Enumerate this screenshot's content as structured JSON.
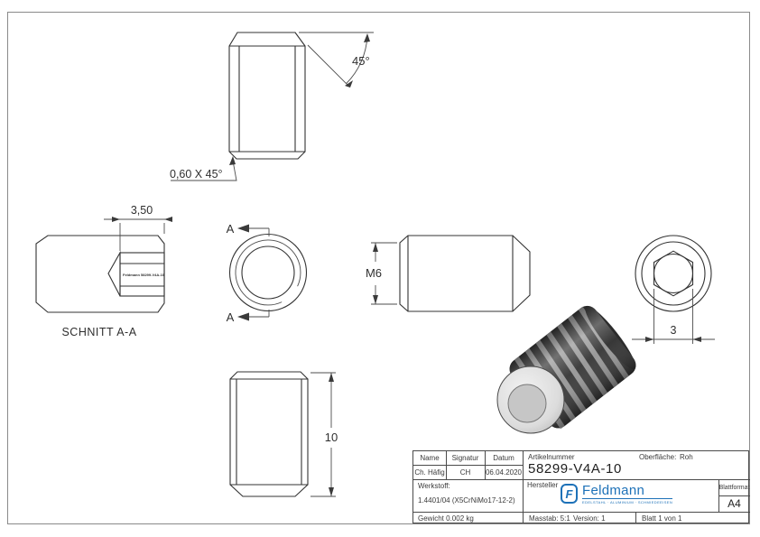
{
  "drawing": {
    "dims": {
      "angle": "45°",
      "chamfer_note": "0,60 X 45°",
      "socket_depth": "3,50",
      "thread": "M6",
      "hex_af": "3",
      "length": "10"
    },
    "section_title": "SCHNITT A-A",
    "section_marker": "A",
    "engraving": "Feldmann 58299-V4A-10"
  },
  "title_block": {
    "name_label": "Name",
    "signature_label": "Signatur",
    "date_label": "Datum",
    "name_value": "Ch. Häfig",
    "signature_value": "CH",
    "date_value": "06.04.2020",
    "article_label": "Artikelnummer",
    "article_value": "58299-V4A-10",
    "surface_label": "Oberfläche:",
    "surface_value": "Roh",
    "material_label": "Werkstoff:",
    "material_value": "1.4401/04 (X5CrNiMo17-12-2)",
    "manufacturer_label": "Hersteller",
    "logo_letter": "F",
    "logo_text": "Feldmann",
    "logo_tagline": "EDELSTAHL · ALUMINIUM · SCHMIEDEEISEN",
    "logo_color": "#1d71b8",
    "sheet_format_label": "Blattformat",
    "sheet_format_value": "A4",
    "weight_text": "Gewicht 0.002 kg",
    "scale_text": "Masstab: 5:1",
    "version_text": "Version: 1",
    "sheet_text": "Blatt 1 von 1"
  }
}
